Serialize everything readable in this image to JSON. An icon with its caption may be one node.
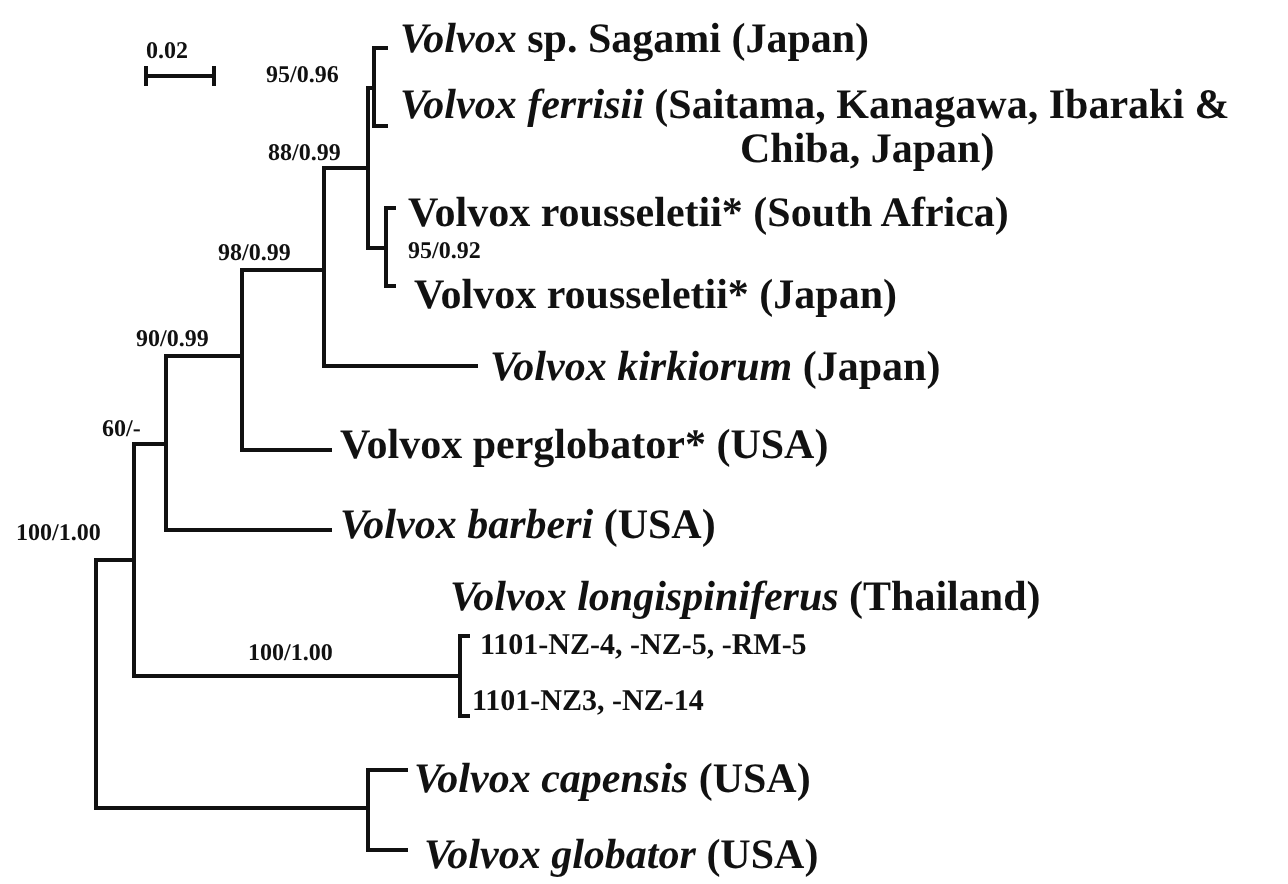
{
  "diagram": {
    "labels": [
      "0.02",
      "*Volvox* sp. Sagami (Japan)",
      "95/0.96",
      "*Volvox ferrisii* (Saitama, Kanagawa, Ibaraki & Chiba, Japan)",
      "88/0.99",
      "Volvox rousseletii* (South Africa)",
      "95/0.92",
      "Volvox rousseletii* (Japan)",
      "98/0.99",
      "*Volvox kirkiorum* (Japan)",
      "90/0.99",
      "60/-",
      "Volvox perglobator* (USA)",
      "*Volvox barberi* (USA)",
      "100/1.00",
      "*Volvox longispiniferus* (Thailand)",
      "100/1.00",
      "1101-NZ-4, -NZ-5, -RM-5",
      "1101-NZ3, -NZ-14",
      "*Volvox capensis* (USA)",
      "*Volvox globator* (USA)"
    ]
  }
}
